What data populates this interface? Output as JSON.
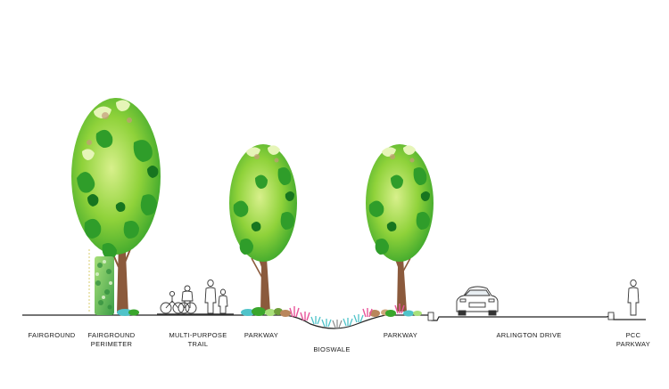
{
  "labels": {
    "fairground": "FAIRGROUND",
    "fairground_perimeter": [
      "FAIRGROUND",
      "PERIMETER"
    ],
    "multi_purpose_trail": [
      "MULTI-PURPOSE",
      "TRAIL"
    ],
    "parkway_left": "PARKWAY",
    "bioswale": "BIOSWALE",
    "parkway_right": "PARKWAY",
    "arlington_drive": "ARLINGTON DRIVE",
    "pcc_parkway": [
      "PCC",
      "PARKWAY"
    ]
  },
  "icons": [
    "tall-tree-icon",
    "hedge-icon",
    "tree-icon",
    "cyclist-icon",
    "pedestrian-icon",
    "car-icon",
    "shrub-icon",
    "boulder-icon"
  ],
  "colors": {
    "foliage_light": "#c9ea7a",
    "foliage_mid": "#8fd23a",
    "foliage_dark": "#2f9d2a",
    "foliage_deep": "#17751f",
    "trunk": "#8b5a3c",
    "hedge": "#5fbf5a",
    "ground": "#222222",
    "pink_plant": "#e8559a",
    "aqua_plant": "#4fc3c9",
    "boulder": "#b9865c"
  }
}
